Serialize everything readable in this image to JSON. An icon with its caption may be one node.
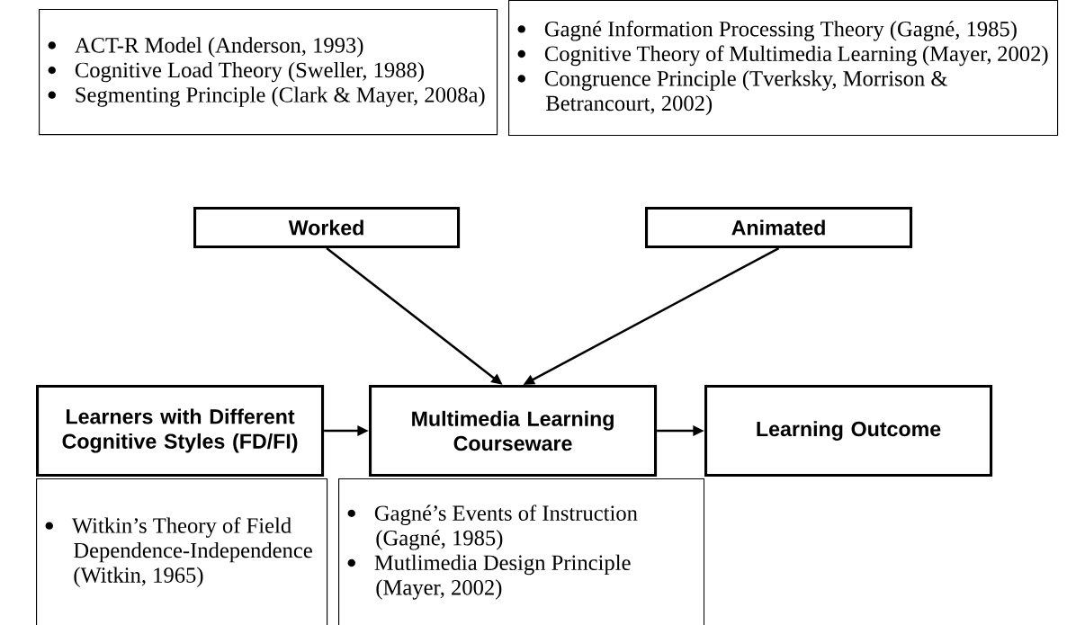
{
  "diagram": {
    "nodes": [
      {
        "text": [
          "ACT-R Model (Anderson, 1993)",
          "Cognitive Load Theory (Sweller, 1988)",
          "Segmenting Principle (Clark & Mayer, 2008a)"
        ]
      },
      {
        "text": [
          "Gagné Information Processing Theory (Gagné, 1985)",
          "Cognitive Theory of Multimedia Learning (Mayer, 2002)",
          "Congruence Principle (Tverksky, Morrison & Betrancourt, 2002)"
        ]
      },
      {
        "text": [
          "Worked"
        ]
      },
      {
        "text": [
          "Animated"
        ]
      },
      {
        "text": [
          "Learners with Different Cognitive Styles (FD/FI)"
        ]
      },
      {
        "text": [
          "Multimedia Learning Courseware"
        ]
      },
      {
        "text": [
          "Learning Outcome"
        ]
      },
      {
        "text": [
          "Witkin’s Theory of Field Dependence-Independence (Witkin, 1965)"
        ]
      },
      {
        "text": [
          "Gagné’s Events of Instruction (Gagné, 1985)",
          "Mutlimedia Design Principle (Mayer, 2002)"
        ]
      }
    ],
    "edges": [
      {
        "from": 2,
        "to": 5,
        "arrow": "to"
      },
      {
        "from": 3,
        "to": 5,
        "arrow": "to"
      },
      {
        "from": 4,
        "to": 5,
        "arrow": "to"
      },
      {
        "from": 5,
        "to": 6,
        "arrow": "to"
      }
    ]
  }
}
